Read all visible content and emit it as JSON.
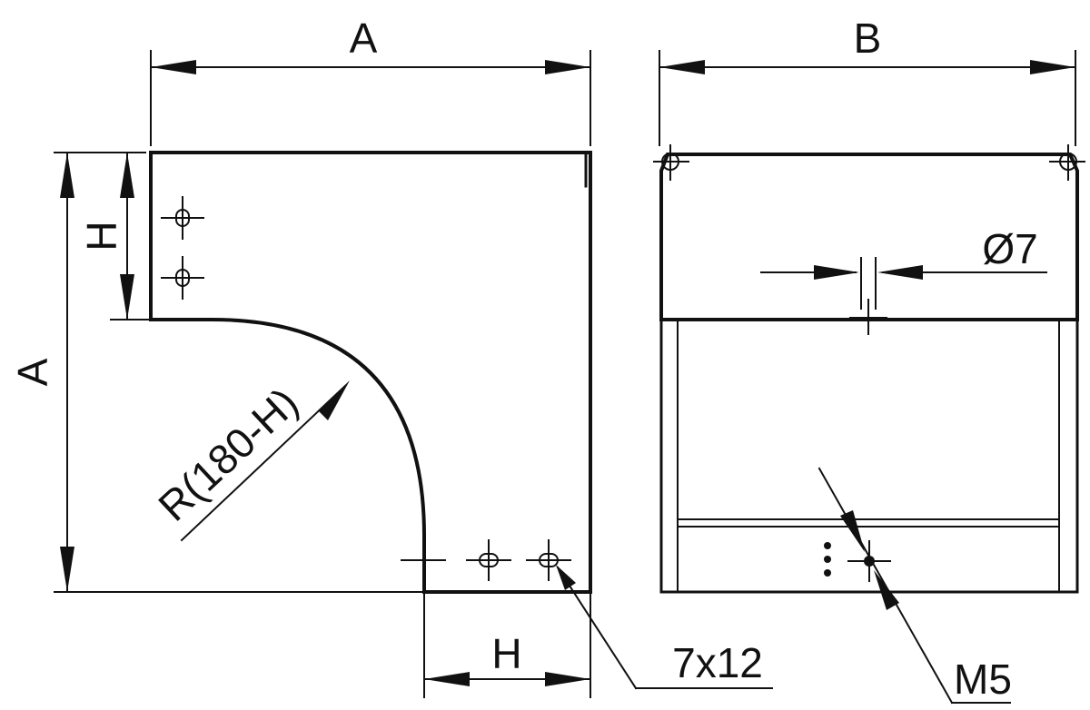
{
  "labels": {
    "width_top": "A",
    "height_left": "A",
    "h_left": "H",
    "h_bottom": "H",
    "radius": "R(180-H)",
    "slot": "7x12",
    "width_side": "B",
    "diameter": "Ø7",
    "screw": "M5"
  },
  "icons": {
    "hole_slot": "slotted-hole-icon",
    "hole_round": "round-hole-icon"
  }
}
